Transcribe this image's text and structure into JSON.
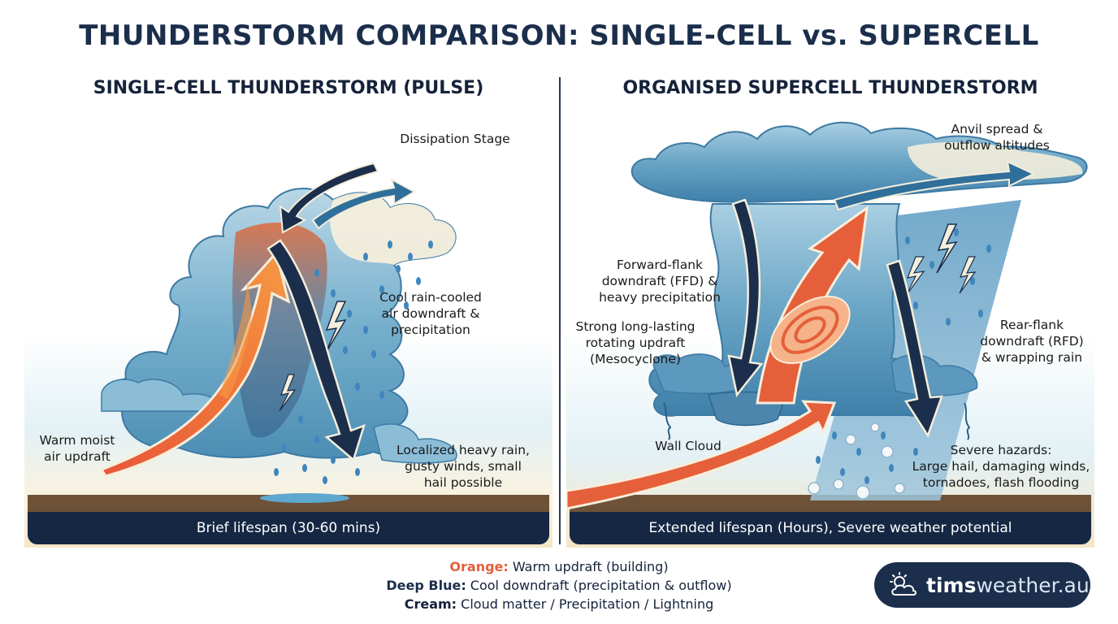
{
  "title": "THUNDERSTORM COMPARISON: SINGLE-CELL vs. SUPERCELL",
  "left_panel": {
    "title": "SINGLE-CELL THUNDERSTORM (PULSE)",
    "labels": {
      "dissipation": "Dissipation Stage",
      "downdraft": "Cool rain-cooled\nair downdraft &\nprecipitation",
      "updraft": "Warm moist\nair updraft",
      "hazards": "Localized heavy rain,\ngusty winds, small\nhail possible"
    },
    "footer": "Brief lifespan (30-60 mins)"
  },
  "right_panel": {
    "title": "ORGANISED SUPERCELL THUNDERSTORM",
    "labels": {
      "anvil": "Anvil spread &\noutflow altitudes",
      "ffd": "Forward-flank\ndowndraft (FFD) &\nheavy precipitation",
      "mesocyclone": "Strong long-lasting\nrotating updraft\n(Mesocyclone)",
      "rfd": "Rear-flank\ndowndraft (RFD)\n& wrapping rain",
      "wall_cloud": "Wall Cloud",
      "hazards": "Severe hazards:\nLarge hail, damaging winds,\ntornadoes, flash flooding"
    },
    "footer": "Extended lifespan (Hours), Severe weather potential"
  },
  "legend": [
    {
      "key": "Orange:",
      "text": " Warm updraft (building)",
      "color": "#e2603a"
    },
    {
      "key": "Deep Blue:",
      "text": " Cool downdraft (precipitation & outflow)",
      "color": "#1b2e4b"
    },
    {
      "key": "Cream:",
      "text": " Cloud matter / Precipitation / Lightning",
      "color": "#15223a"
    }
  ],
  "logo": {
    "bold": "tims",
    "light": "weather.au",
    "icon": "partly-cloudy-sun-icon"
  },
  "colors": {
    "updraft_orange": "#e5603a",
    "downdraft_navy": "#1b2e4b",
    "cloud_blue": "#6fa9c8",
    "cloud_cream": "#f4eedc",
    "ground_brown": "#6e5238",
    "footer_navy": "#152743"
  }
}
